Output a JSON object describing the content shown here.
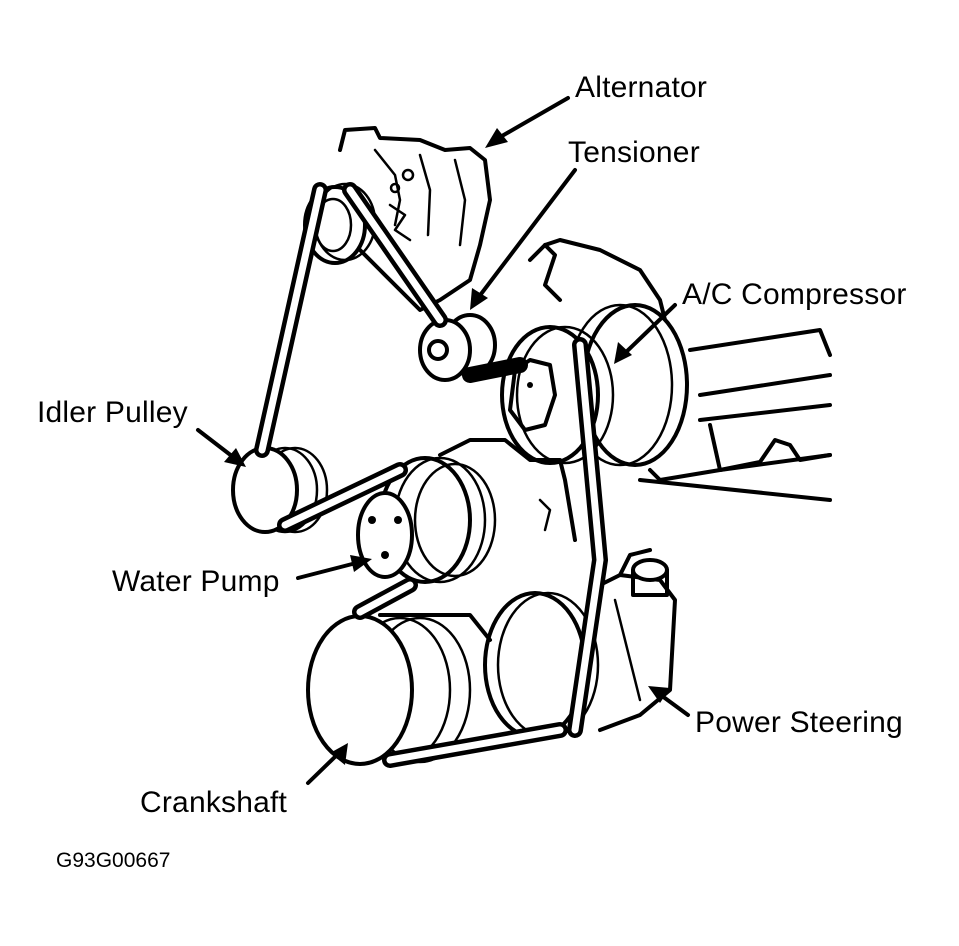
{
  "labels": {
    "alternator": "Alternator",
    "tensioner": "Tensioner",
    "ac_compressor": "A/C Compressor",
    "idler_pulley": "Idler Pulley",
    "water_pump": "Water Pump",
    "power_steering": "Power Steering",
    "crankshaft": "Crankshaft"
  },
  "figure_code": "G93G00667"
}
